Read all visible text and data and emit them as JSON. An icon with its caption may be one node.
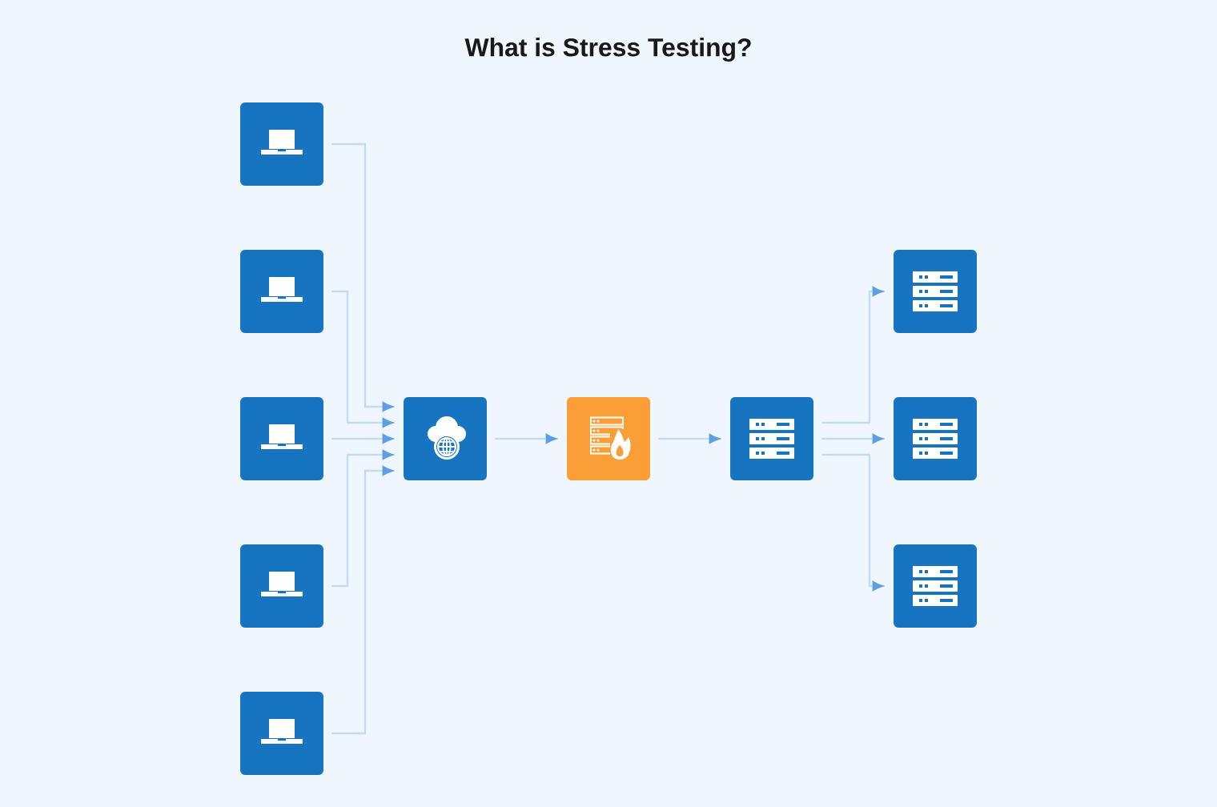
{
  "diagram": {
    "title": "What is Stress Testing?",
    "nodes": [
      {
        "text": [],
        "shape": "box"
      },
      {
        "text": [],
        "shape": "box"
      },
      {
        "text": [],
        "shape": "box"
      },
      {
        "text": [],
        "shape": "box"
      },
      {
        "text": [],
        "shape": "box"
      },
      {
        "text": [],
        "shape": "box"
      },
      {
        "text": [],
        "shape": "box"
      },
      {
        "text": [],
        "shape": "box"
      },
      {
        "text": [],
        "shape": "box"
      },
      {
        "text": [],
        "shape": "box"
      },
      {
        "text": [],
        "shape": "box"
      }
    ],
    "edges": [
      {
        "from": 0,
        "to": 5,
        "arrow": "to"
      },
      {
        "from": 1,
        "to": 5,
        "arrow": "to"
      },
      {
        "from": 2,
        "to": 5,
        "arrow": "to"
      },
      {
        "from": 3,
        "to": 5,
        "arrow": "to"
      },
      {
        "from": 4,
        "to": 5,
        "arrow": "to"
      },
      {
        "from": 5,
        "to": 6,
        "arrow": "to"
      },
      {
        "from": 6,
        "to": 7,
        "arrow": "to"
      },
      {
        "from": 7,
        "to": 8,
        "arrow": "to"
      },
      {
        "from": 7,
        "to": 9,
        "arrow": "to"
      },
      {
        "from": 7,
        "to": 10,
        "arrow": "to"
      }
    ]
  }
}
